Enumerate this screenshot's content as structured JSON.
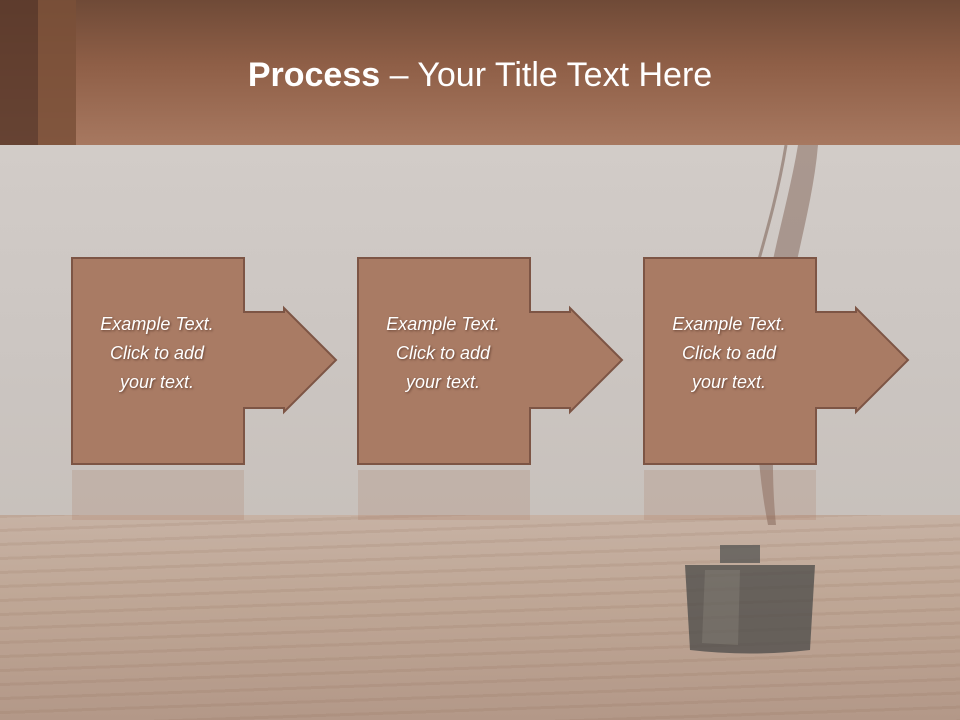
{
  "slide": {
    "title_bold": "Process",
    "title_rest": " – Your Title Text Here"
  },
  "steps": [
    {
      "line1": "Example Text.",
      "line2": "Click  to add",
      "line3": "your text."
    },
    {
      "line1": "Example Text.",
      "line2": "Click  to add",
      "line3": "your text."
    },
    {
      "line1": "Example Text.",
      "line2": "Click  to add",
      "line3": "your text."
    }
  ],
  "colors": {
    "box_fill": "#a97b64",
    "box_stroke": "#7d5545",
    "header": "#9c6b54"
  }
}
